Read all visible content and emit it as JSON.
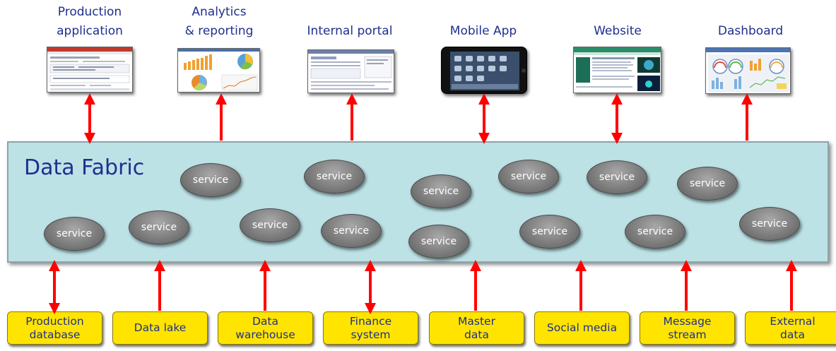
{
  "consumers": [
    {
      "id": "production-app",
      "label": "Production\napplication"
    },
    {
      "id": "analytics",
      "label": "Analytics\n& reporting"
    },
    {
      "id": "internal-portal",
      "label": "Internal portal"
    },
    {
      "id": "mobile-app",
      "label": "Mobile App"
    },
    {
      "id": "website",
      "label": "Website"
    },
    {
      "id": "dashboard",
      "label": "Dashboard"
    }
  ],
  "fabric": {
    "title": "Data Fabric"
  },
  "services": [
    "service",
    "service",
    "service",
    "service",
    "service",
    "service",
    "service",
    "service",
    "service",
    "service",
    "service",
    "service",
    "service",
    "service"
  ],
  "sources": [
    {
      "id": "production-database",
      "label": "Production\ndatabase"
    },
    {
      "id": "data-lake",
      "label": "Data lake"
    },
    {
      "id": "data-warehouse",
      "label": "Data\nwarehouse"
    },
    {
      "id": "finance-system",
      "label": "Finance\nsystem"
    },
    {
      "id": "master-data",
      "label": "Master\ndata"
    },
    {
      "id": "social-media",
      "label": "Social media"
    },
    {
      "id": "message-stream",
      "label": "Message\nstream"
    },
    {
      "id": "external-data",
      "label": "External\ndata"
    }
  ],
  "colors": {
    "title_text": "#1f2f8f",
    "fabric_fill": "#bde2e6",
    "arrow": "#ff0000",
    "source_fill": "#ffe400",
    "service_fill": "#7d7d7d"
  },
  "connections": {
    "consumers": [
      "bidirectional",
      "up",
      "up",
      "bidirectional",
      "bidirectional",
      "up"
    ],
    "sources": [
      "bidirectional",
      "up",
      "up",
      "bidirectional",
      "up",
      "up",
      "up",
      "up"
    ]
  }
}
